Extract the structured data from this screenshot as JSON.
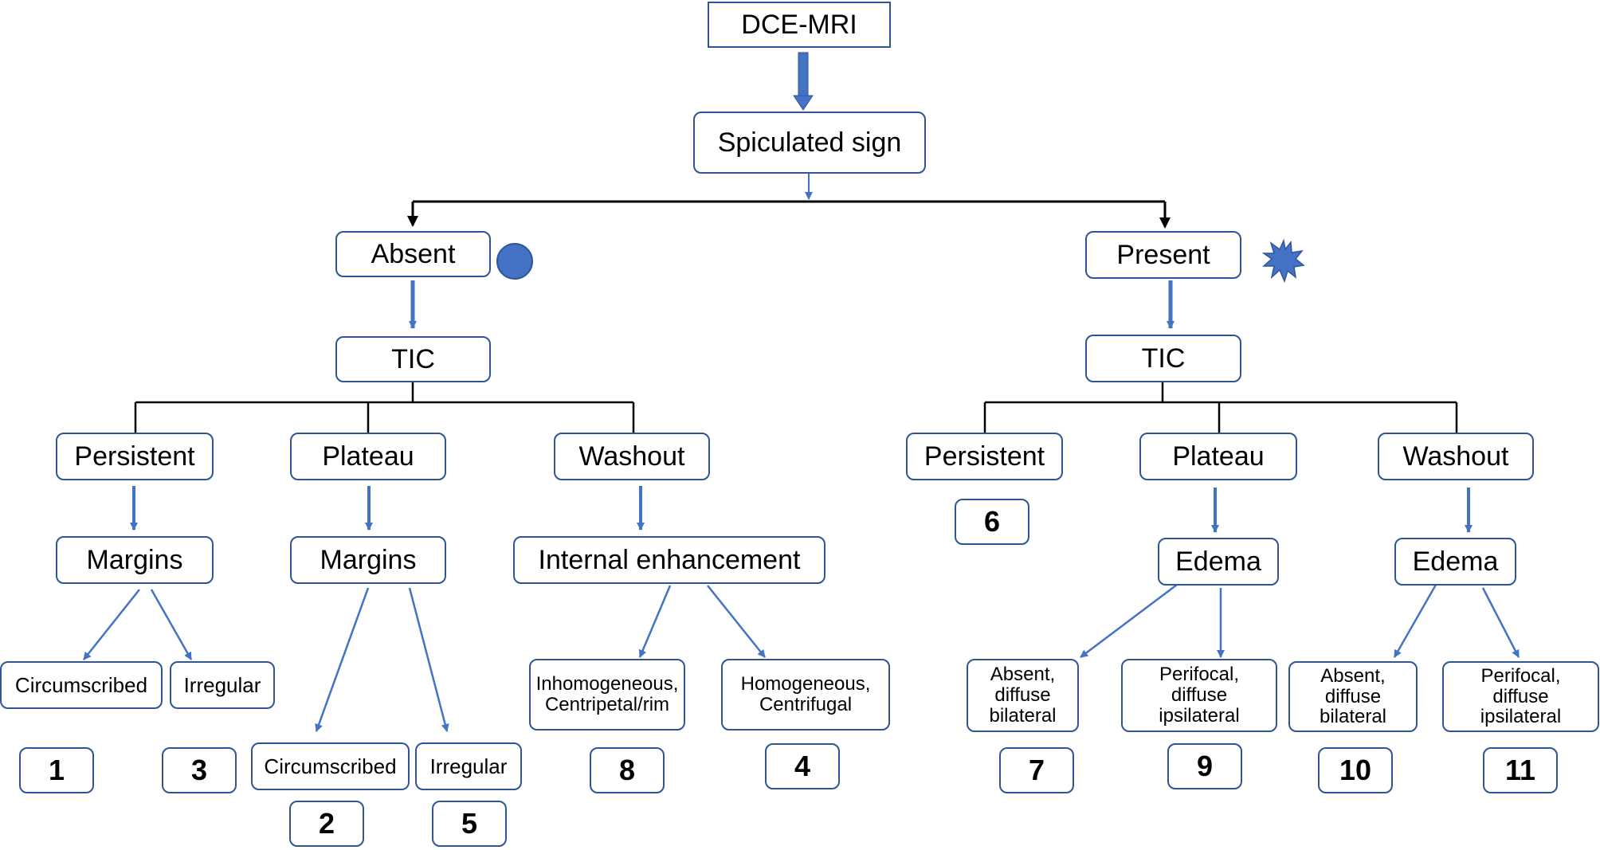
{
  "root": "DCE-MRI",
  "sign": "Spiculated sign",
  "absent": {
    "label": "Absent",
    "marker": "blue-circle-icon",
    "tic": "TIC",
    "persistent": {
      "label": "Persistent",
      "feature": "Margins",
      "outcomes": [
        {
          "label": "Circumscribed",
          "group": "1"
        },
        {
          "label": "Irregular",
          "group": "3"
        }
      ]
    },
    "plateau": {
      "label": "Plateau",
      "feature": "Margins",
      "outcomes": [
        {
          "label": "Circumscribed",
          "group": "2"
        },
        {
          "label": "Irregular",
          "group": "5"
        }
      ]
    },
    "washout": {
      "label": "Washout",
      "feature": "Internal enhancement",
      "outcomes": [
        {
          "label": "Inhomogeneous,\nCentripetal/rim",
          "group": "8"
        },
        {
          "label": "Homogeneous,\nCentrifugal",
          "group": "4"
        }
      ]
    }
  },
  "present": {
    "label": "Present",
    "marker": "blue-starburst-icon",
    "tic": "TIC",
    "persistent": {
      "label": "Persistent",
      "group": "6"
    },
    "plateau": {
      "label": "Plateau",
      "feature": "Edema",
      "outcomes": [
        {
          "label": "Absent,\ndiffuse\nbilateral",
          "group": "7"
        },
        {
          "label": "Perifocal,\ndiffuse\nipsilateral",
          "group": "9"
        }
      ]
    },
    "washout": {
      "label": "Washout",
      "feature": "Edema",
      "outcomes": [
        {
          "label": "Absent,\ndiffuse\nbilateral",
          "group": "10"
        },
        {
          "label": "Perifocal,\ndiffuse\nipsilateral",
          "group": "11"
        }
      ]
    }
  },
  "colors": {
    "border": "#2f5597",
    "arrow": "#4472c4",
    "connector": "#000000",
    "marker": "#4472c4"
  }
}
